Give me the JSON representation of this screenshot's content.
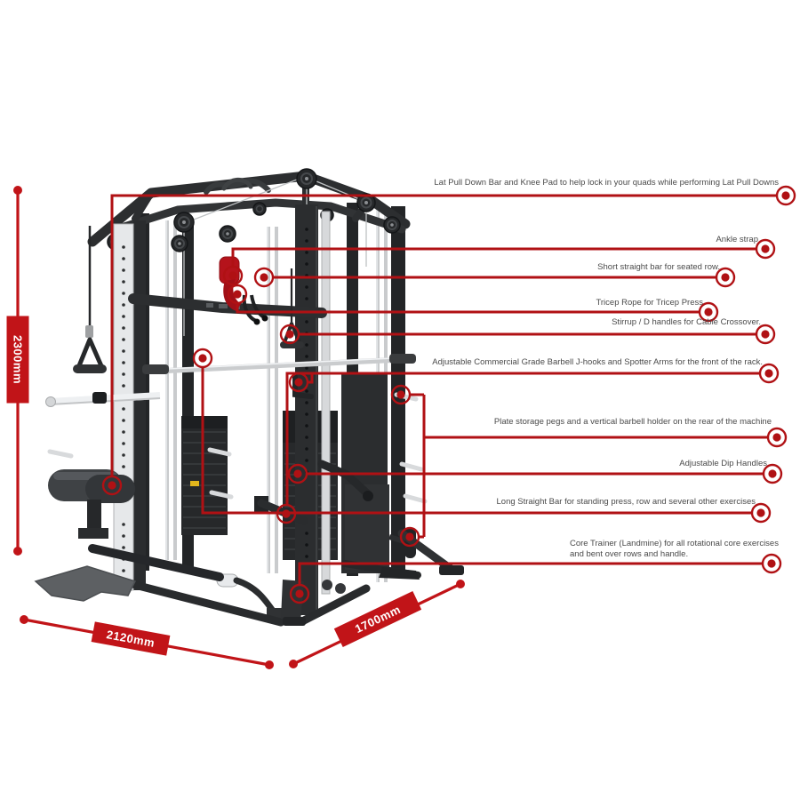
{
  "colors": {
    "background": "#ffffff",
    "callout_red": "#b01114",
    "dimension_red": "#c11418",
    "label_text": "#4a4a4a",
    "machine_frame": "#2c2e30",
    "machine_silver": "#c9cbcd",
    "accent_strap_red": "#b5131b",
    "selector_pin_yellow": "#e2b61c"
  },
  "callouts": [
    {
      "id": "lat-pulldown",
      "label": "Lat Pull Down Bar and Knee Pad to help lock in your quads while performing Lat Pull Downs"
    },
    {
      "id": "ankle-strap",
      "label": "Ankle strap"
    },
    {
      "id": "short-straight-bar",
      "label": "Short straight bar for seated row."
    },
    {
      "id": "tricep-rope",
      "label": "Tricep Rope for Tricep Press"
    },
    {
      "id": "stirrup-handles",
      "label": "Stirrup / D handles for Cable Crossover."
    },
    {
      "id": "jhooks-spotter-arms",
      "label": "Adjustable Commercial Grade Barbell J-hooks and Spotter Arms for the front of the rack."
    },
    {
      "id": "plate-storage",
      "label": "Plate storage pegs and a vertical barbell holder on the rear of the machine"
    },
    {
      "id": "dip-handles",
      "label": "Adjustable Dip Handles"
    },
    {
      "id": "long-straight-bar",
      "label": "Long Straight Bar for standing press, row and several other exercises"
    },
    {
      "id": "core-trainer",
      "label": "Core Trainer (Landmine) for all rotational core exercises and bent over rows and handle."
    }
  ],
  "dimensions": {
    "height": "2300mm",
    "base_left": "2120mm",
    "base_right": "1700mm"
  }
}
